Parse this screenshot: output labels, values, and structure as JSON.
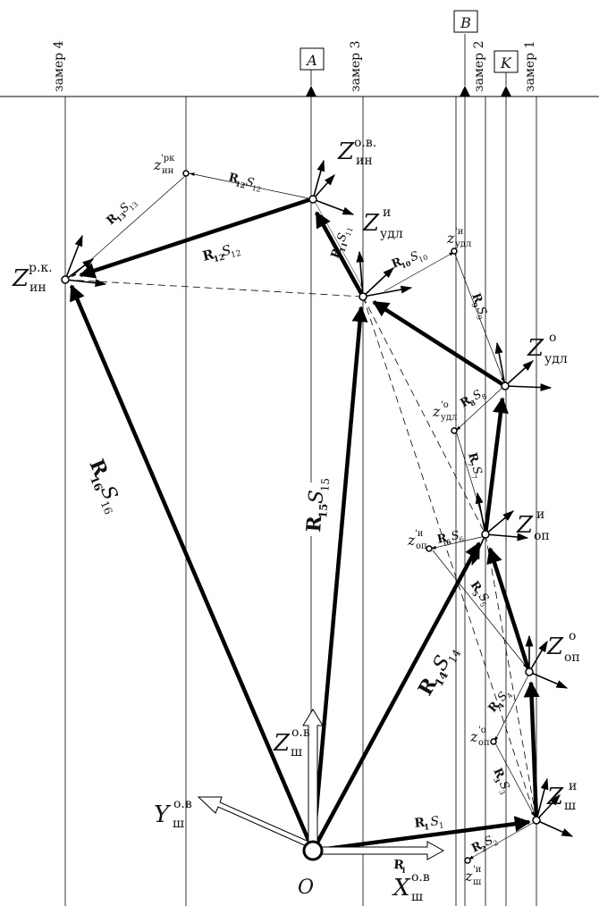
{
  "measurements": {
    "m4": "замер 4",
    "m3": "замер 3",
    "m2": "замер 2",
    "m1": "замер 1"
  },
  "boxes": {
    "A": "A",
    "B": "B",
    "K": "K"
  },
  "origin": "O",
  "labels": {
    "z_in_ov": {
      "main": "Z",
      "sub": "ин",
      "sup": "о.в."
    },
    "z_in_rk_big": {
      "main": "Z",
      "sub": "ин",
      "sup": "р.к."
    },
    "z_in_rk_small": {
      "main": "z",
      "sub": "ин",
      "sup": "'рк"
    },
    "z_udl_i": {
      "main": "Z",
      "sub": "удл",
      "sup": "и"
    },
    "z_udl_i_small": {
      "main": "z",
      "sub": "удл",
      "sup": "'и"
    },
    "z_udl_o": {
      "main": "Z",
      "sub": "удл",
      "sup": "о"
    },
    "z_udl_o_small": {
      "main": "z",
      "sub": "удл",
      "sup": "'о"
    },
    "z_op_i": {
      "main": "Z",
      "sub": "оп",
      "sup": "и"
    },
    "z_op_i_small": {
      "main": "z",
      "sub": "оп",
      "sup": "'и"
    },
    "z_op_o": {
      "main": "Z",
      "sub": "оп",
      "sup": "о"
    },
    "z_op_o_small": {
      "main": "z",
      "sub": "оп",
      "sup": "'о"
    },
    "z_sh_i": {
      "main": "Z",
      "sub": "ш",
      "sup": "и"
    },
    "z_sh_i_small": {
      "main": "z",
      "sub": "ш",
      "sup": "'и"
    },
    "z_sh_ov": {
      "main": "Z",
      "sub": "ш",
      "sup": "о.в"
    },
    "y_sh_ov": {
      "main": "Y",
      "sub": "ш",
      "sup": "о.в"
    },
    "x_sh_ov": {
      "main": "X",
      "sub": "ш",
      "sup": "о.в"
    }
  },
  "vectors": {
    "r1s1": {
      "r": "R",
      "ri": "1",
      "s": "S",
      "si": "1"
    },
    "r2s2": {
      "r": "R",
      "ri": "2",
      "s": "S",
      "si": "2"
    },
    "r3s3": {
      "r": "R",
      "ri": "3",
      "s": "S",
      "si": "3"
    },
    "r4s4": {
      "r": "R",
      "ri": "4",
      "s": "S",
      "si": "4"
    },
    "r5s5": {
      "r": "R",
      "ri": "5",
      "s": "S",
      "si": "5"
    },
    "r6s6": {
      "r": "R",
      "ri": "6",
      "s": "S",
      "si": "6"
    },
    "r7s7": {
      "r": "R",
      "ri": "7",
      "s": "S",
      "si": "7"
    },
    "r8s8": {
      "r": "R",
      "ri": "8",
      "s": "S",
      "si": "8"
    },
    "r9s9": {
      "r": "R",
      "ri": "9",
      "s": "S",
      "si": "9"
    },
    "r10s10": {
      "r": "R",
      "ri": "10",
      "s": "S",
      "si": "10"
    },
    "r11s11": {
      "r": "R",
      "ri": "11",
      "s": "S",
      "si": "11"
    },
    "r12s12": {
      "r": "R",
      "ri": "12",
      "s": "S",
      "si": "12"
    },
    "r12s12b": {
      "r": "R",
      "ri": "12",
      "s": "S",
      "si": "12"
    },
    "r13s13": {
      "r": "R",
      "ri": "13",
      "s": "S",
      "si": "13"
    },
    "r14s14": {
      "r": "R",
      "ri": "14",
      "s": "S",
      "si": "14"
    },
    "r15s15": {
      "r": "R",
      "ri": "15",
      "s": "S",
      "si": "15"
    },
    "r16s16": {
      "r": "R",
      "ri": "16",
      "s": "S",
      "si": "16"
    },
    "ri": {
      "r": "R",
      "ri": "i",
      "s": "",
      "si": ""
    }
  }
}
